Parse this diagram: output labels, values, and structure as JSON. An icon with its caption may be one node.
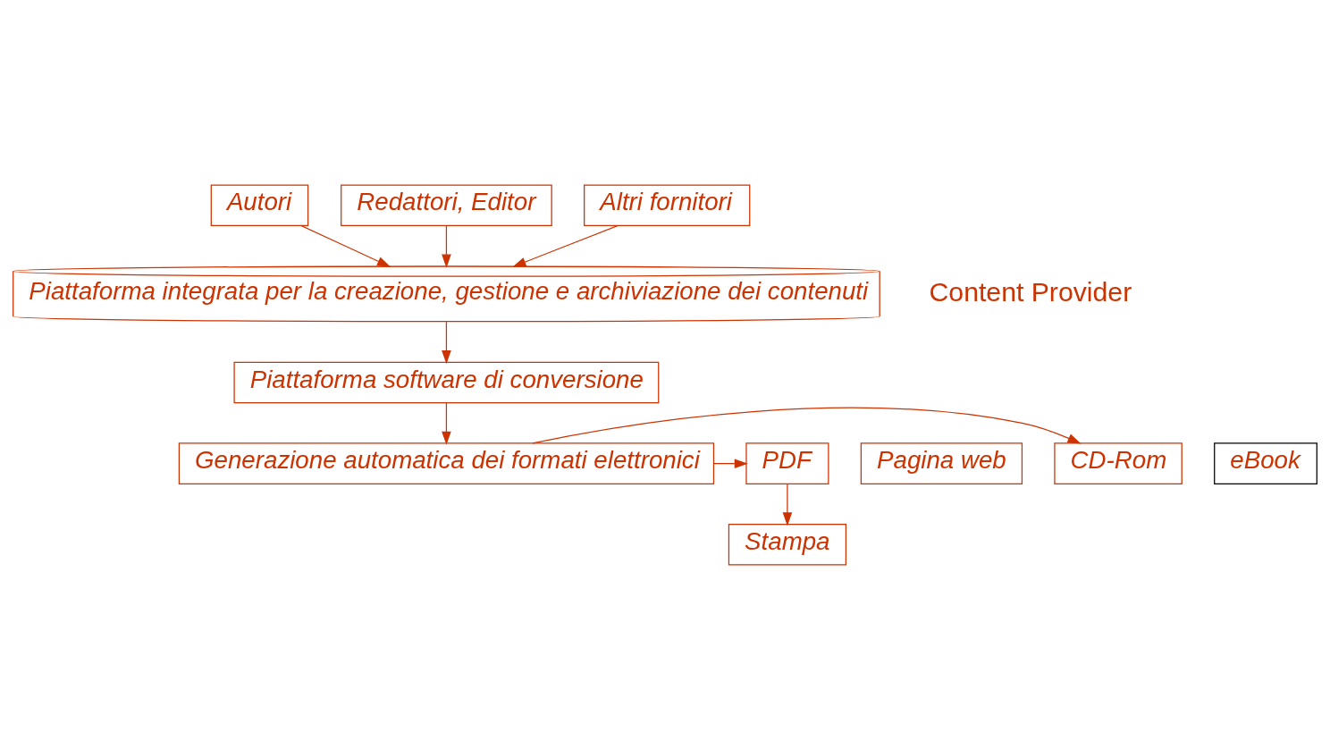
{
  "diagram": {
    "nodes": [
      {
        "text": [
          "Autori"
        ]
      },
      {
        "text": [
          "Redattori, Editor"
        ]
      },
      {
        "text": [
          "Altri fornitori"
        ]
      },
      {
        "text": [
          "Piattaforma integrata per la creazione, gestione e archiviazione dei contenuti"
        ]
      },
      {
        "text": [
          "Piattaforma software di conversione"
        ]
      },
      {
        "text": [
          "Generazione automatica dei formati elettronici"
        ]
      },
      {
        "text": [
          "Pagina web"
        ]
      },
      {
        "text": [
          "CD-Rom"
        ]
      },
      {
        "text": [
          "eBook"
        ]
      },
      {
        "text": [
          "PDF"
        ]
      },
      {
        "text": [
          "Stampa"
        ]
      }
    ],
    "edges": [
      {
        "from": 0,
        "to": 3,
        "arrow": "to"
      },
      {
        "from": 1,
        "to": 3,
        "arrow": "to"
      },
      {
        "from": 2,
        "to": 3,
        "arrow": "to"
      },
      {
        "from": 3,
        "to": 4,
        "arrow": "to"
      },
      {
        "from": 4,
        "to": 5,
        "arrow": "to"
      },
      {
        "from": 5,
        "to": 7,
        "arrow": "to"
      },
      {
        "from": 5,
        "to": 9,
        "arrow": "to"
      },
      {
        "from": 9,
        "to": 10,
        "arrow": "to"
      }
    ],
    "labels": [
      "Content Provider"
    ]
  }
}
